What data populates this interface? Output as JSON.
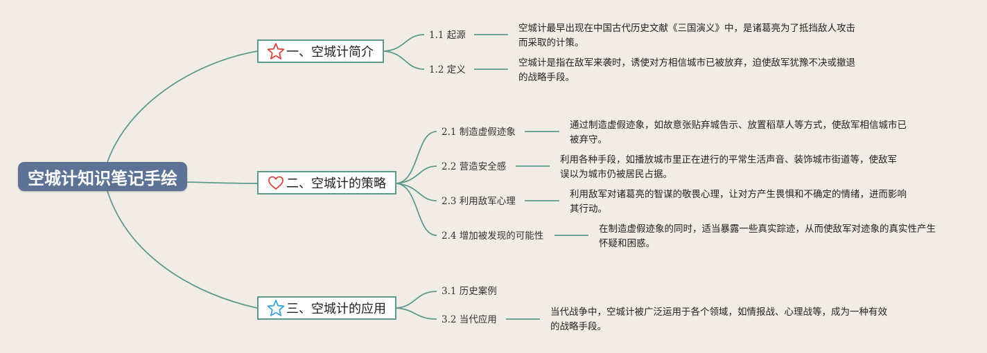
{
  "root": {
    "title": "空城计知识笔记手绘"
  },
  "colors": {
    "line": "#5d9a8c",
    "root_bg": "#5e7295",
    "background": "#f1ece6",
    "star_red": "#d9453a",
    "heart_red": "#d9453a",
    "star_blue": "#3aa3d8"
  },
  "branches": [
    {
      "label": "一、空城计简介",
      "icon": "star-outline-red-icon",
      "items": [
        {
          "label": "1.1 起源",
          "desc": "空城计最早出现在中国古代历史文献《三国演义》中，是诸葛亮为了抵挡敌人攻击而采取的计策。"
        },
        {
          "label": "1.2 定义",
          "desc": "空城计是指在敌军来袭时，诱使对方相信城市已被放弃，迫使敌军犹豫不决或撤退的战略手段。"
        }
      ]
    },
    {
      "label": "二、空城计的策略",
      "icon": "heart-outline-red-icon",
      "items": [
        {
          "label": "2.1 制造虚假迹象",
          "desc": "通过制造虚假迹象，如故意张贴弃城告示、放置稻草人等方式，使敌军相信城市已被弃守。"
        },
        {
          "label": "2.2 营造安全感",
          "desc": "利用各种手段，如播放城市里正在进行的平常生活声音、装饰城市街道等，使敌军误以为城市仍被居民占据。"
        },
        {
          "label": "2.3 利用敌军心理",
          "desc": "利用敌军对诸葛亮的智谋的敬畏心理，让对方产生畏惧和不确定的情绪，进而影响其行动。"
        },
        {
          "label": "2.4 增加被发现的可能性",
          "desc": "在制造虚假迹象的同时，适当暴露一些真实踪迹，从而使敌军对迹象的真实性产生怀疑和困惑。"
        }
      ]
    },
    {
      "label": "三、空城计的应用",
      "icon": "star-outline-blue-icon",
      "items": [
        {
          "label": "3.1 历史案例",
          "desc": ""
        },
        {
          "label": "3.2 当代应用",
          "desc": "当代战争中，空城计被广泛运用于各个领域，如情报战、心理战等，成为一种有效的战略手段。"
        }
      ]
    }
  ]
}
